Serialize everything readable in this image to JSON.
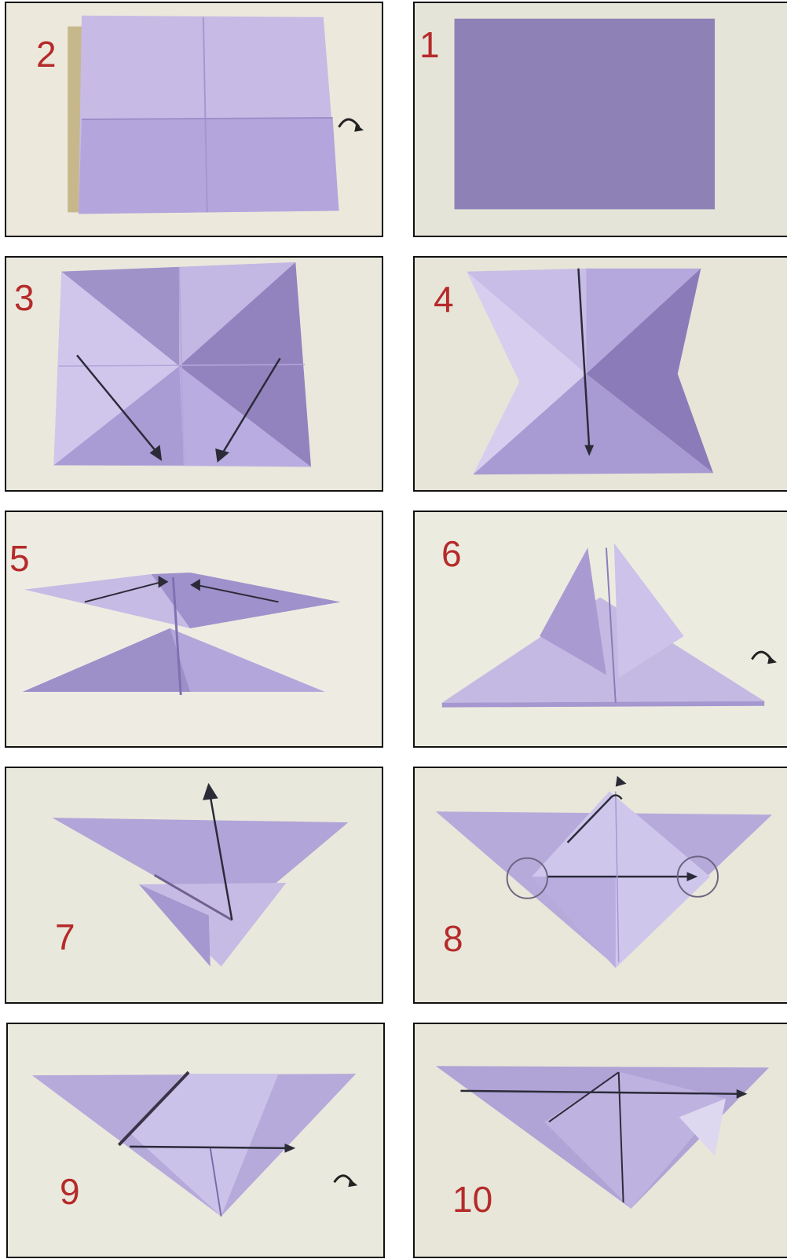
{
  "steps": [
    {
      "number": "1"
    },
    {
      "number": "2"
    },
    {
      "number": "3"
    },
    {
      "number": "4"
    },
    {
      "number": "5"
    },
    {
      "number": "6"
    },
    {
      "number": "7"
    },
    {
      "number": "8"
    },
    {
      "number": "9"
    },
    {
      "number": "10"
    }
  ],
  "colors": {
    "paper_light": "#c9bfe6",
    "paper_mid": "#a79bd0",
    "paper_dark": "#8a7ab8",
    "background": "#e7e6d9",
    "step_number": "#b52a2a",
    "arrow": "#2b2b38"
  },
  "icons": [
    "curved-turn-over-arrow-icon",
    "fold-arrow-icon",
    "circle-marker-icon"
  ]
}
